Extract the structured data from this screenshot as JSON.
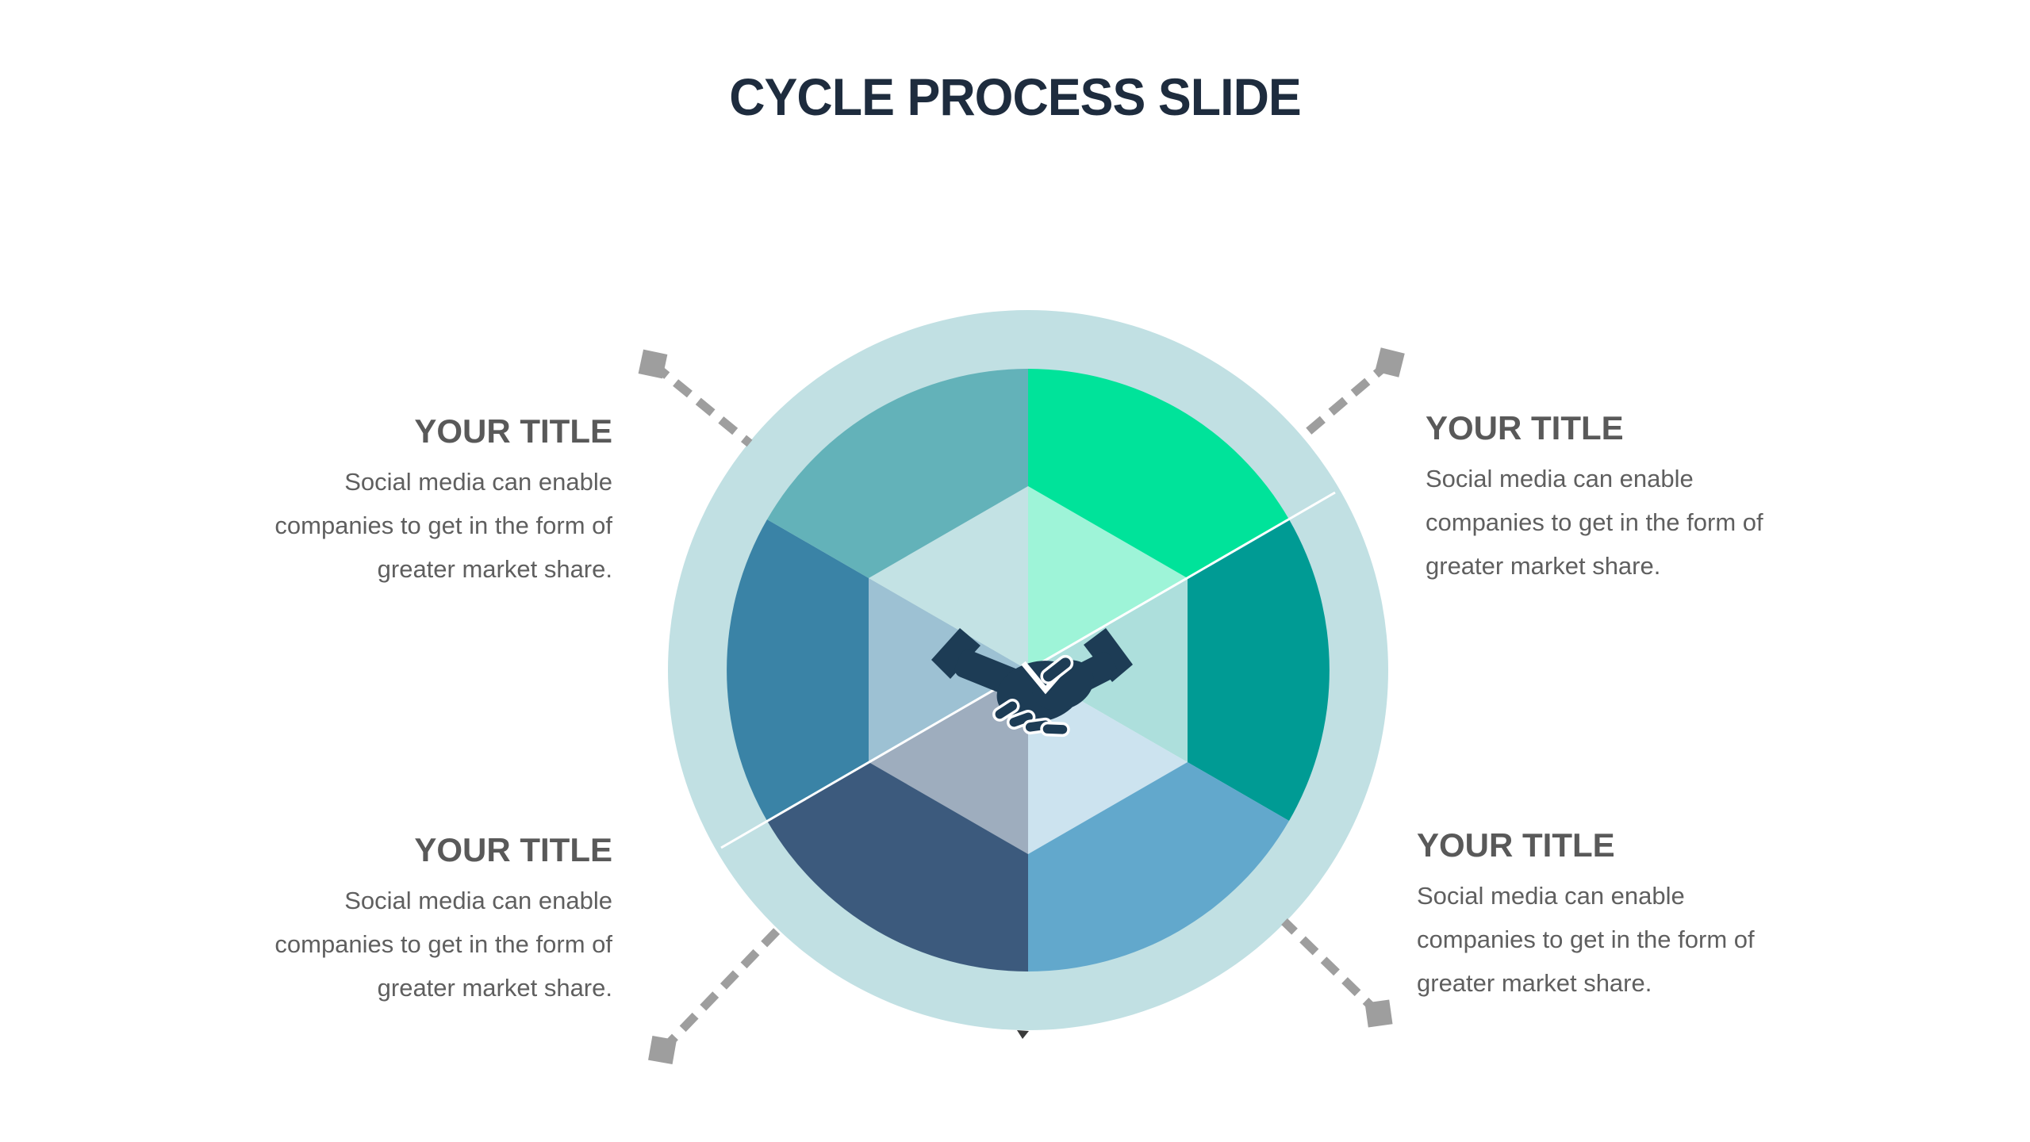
{
  "slide": {
    "title": "CYCLE PROCESS SLIDE",
    "title_color": "#1e2c3e",
    "background_color": "#ffffff"
  },
  "callouts": [
    {
      "position": "top-left",
      "title": "YOUR TITLE",
      "body": "Social media can enable\ncompanies to get in the form of\ngreater market share."
    },
    {
      "position": "top-right",
      "title": "YOUR TITLE",
      "body": "Social media can enable\ncompanies to get in the form of\ngreater market share."
    },
    {
      "position": "bottom-left",
      "title": "YOUR TITLE",
      "body": "Social media can enable\ncompanies to get in the form of\ngreater market share."
    },
    {
      "position": "bottom-right",
      "title": "YOUR TITLE",
      "body": "Social media can enable\ncompanies to get in the form of\ngreater market share."
    }
  ],
  "callout_style": {
    "title_color": "#595959",
    "body_color": "#5f5f5f"
  },
  "diagram": {
    "type": "cycle-process-wheel",
    "segment_count": 6,
    "ring_color": "#c1e0e3",
    "segments": [
      {
        "position": "top-right",
        "color": "#00e39a"
      },
      {
        "position": "right",
        "color": "#009b94"
      },
      {
        "position": "bottom-right",
        "color": "#62a8cc"
      },
      {
        "position": "bottom-left",
        "color": "#3c5a7d"
      },
      {
        "position": "left",
        "color": "#3a83a6"
      },
      {
        "position": "top-left",
        "color": "#63b2b9"
      }
    ],
    "divider_color": "#ffffff",
    "cube_faces": {
      "top": "rgba(255,255,255,0.62)",
      "left": "rgba(255,255,255,0.50)",
      "right": "rgba(255,255,255,0.68)"
    },
    "center_icon": "handshake-icon",
    "icon_color": "#1d3c55",
    "icon_detail_color": "#ffffff",
    "connector_color": "#9e9e9e"
  }
}
